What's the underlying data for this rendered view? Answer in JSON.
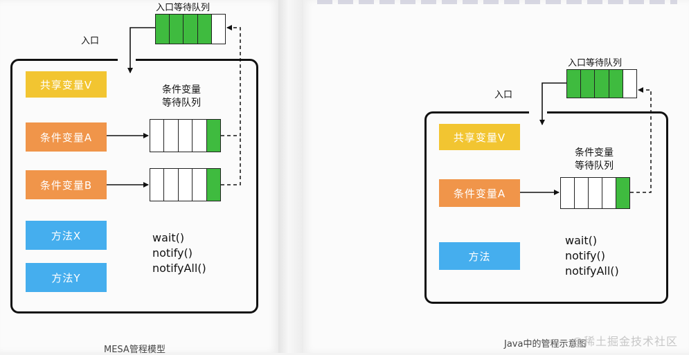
{
  "left": {
    "entry_queue_label": "入口等待队列",
    "entry_label": "入口",
    "shared_var": "共享变量V",
    "cond_var_a": "条件变量A",
    "cond_var_b": "条件变量B",
    "cond_queue_label_line1": "条件变量",
    "cond_queue_label_line2": "等待队列",
    "method_x": "方法X",
    "method_y": "方法Y",
    "methods": [
      "wait()",
      "notify()",
      "notifyAll()"
    ],
    "caption": "MESA管程模型"
  },
  "right": {
    "entry_queue_label": "入口等待队列",
    "entry_label": "入口",
    "shared_var": "共享变量V",
    "cond_var_a": "条件变量A",
    "cond_queue_label_line1": "条件变量",
    "cond_queue_label_line2": "等待队列",
    "method": "方法",
    "methods": [
      "wait()",
      "notify()",
      "notifyAll()"
    ],
    "caption": "Java中的管程示意图"
  },
  "watermark": "@稀土掘金技术社区",
  "colors": {
    "shared_var": "#f2c531",
    "cond_var": "#f0954a",
    "method": "#45aeee",
    "queue_filled": "#3fbb3f"
  }
}
